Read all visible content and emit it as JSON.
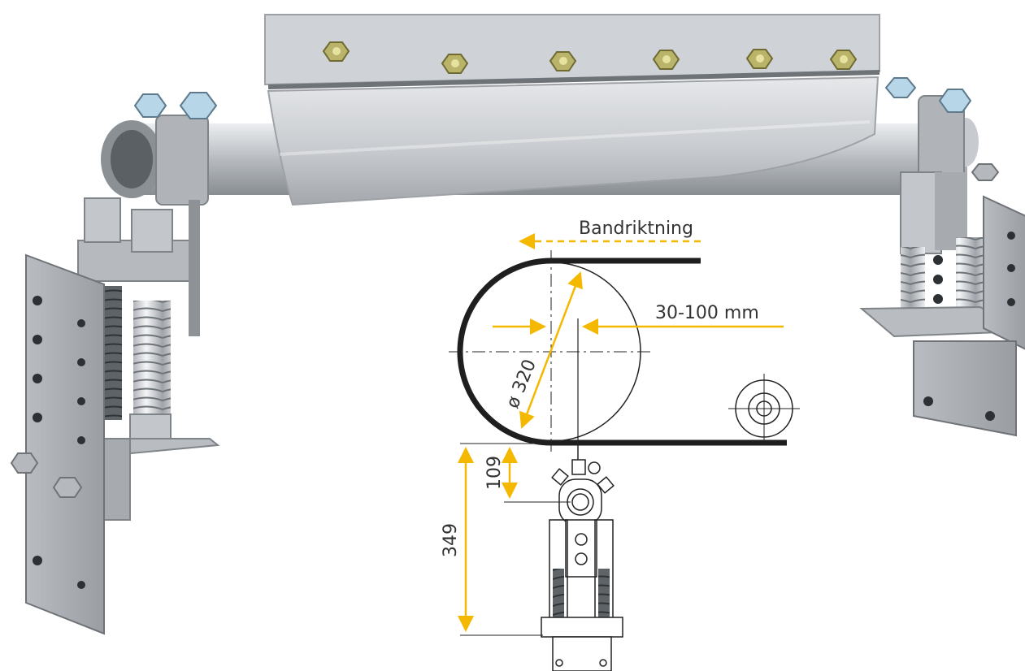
{
  "labels": {
    "belt_direction": "Bandriktning",
    "gap_range": "30-100 mm",
    "drum_diameter": "ø 320",
    "dim_upper": "109",
    "dim_total": "349"
  },
  "colors": {
    "dimension_accent": "#f5b800",
    "metal_light": "#d4d7da",
    "metal_mid": "#aeb2b7",
    "metal_dark": "#7b8085",
    "belt": "#1e1e1e",
    "drawing_line": "#222222"
  },
  "icons": {
    "direction_arrow": "dashed-arrow-left",
    "bolt": "hex-bolt",
    "spring": "coil-spring"
  }
}
